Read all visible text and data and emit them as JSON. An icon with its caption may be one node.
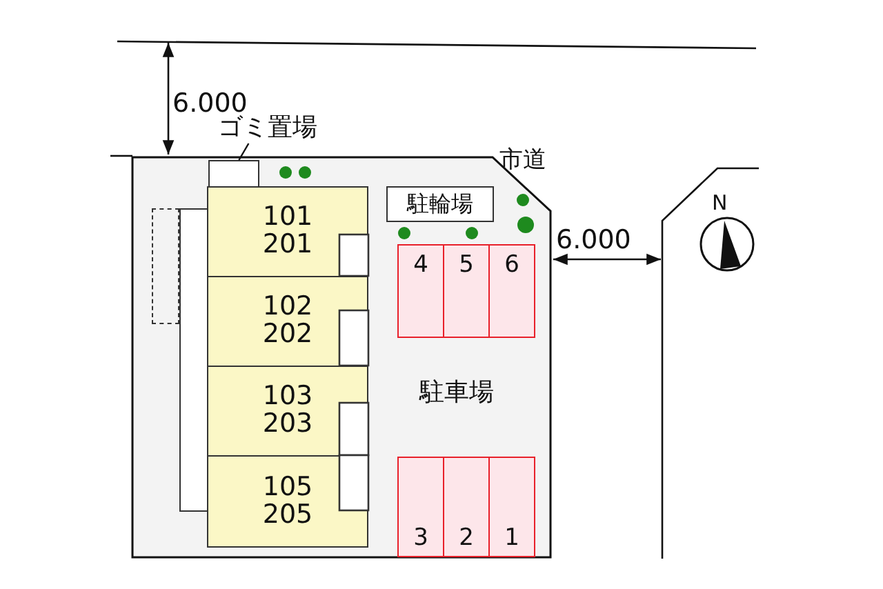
{
  "diagram": {
    "nodes": [
      {
        "text": [],
        "shape": "box"
      },
      {
        "text": [
          "ゴミ置場"
        ]
      },
      {
        "text": [],
        "shape": "box",
        "in": 0
      },
      {
        "text": [
          "101 201"
        ],
        "in": 0
      },
      {
        "text": [
          "102 202"
        ],
        "in": 0
      },
      {
        "text": [
          "103 203"
        ],
        "in": 0
      },
      {
        "text": [
          "105 205"
        ],
        "in": 0
      },
      {
        "text": [
          "駐輪場"
        ],
        "in": 0
      },
      {
        "text": [
          "4"
        ],
        "in": 0
      },
      {
        "text": [
          "5"
        ],
        "in": 0
      },
      {
        "text": [
          "6"
        ],
        "in": 0
      },
      {
        "text": [
          "3"
        ],
        "in": 0
      },
      {
        "text": [
          "2"
        ],
        "in": 0
      },
      {
        "text": [
          "1"
        ],
        "in": 0
      },
      {
        "text": [],
        "shape": "box",
        "in": 0
      },
      {
        "text": [],
        "shape": "box",
        "in": 0
      }
    ],
    "edges": [
      {
        "from": 1,
        "to": 2,
        "arrow": "none"
      }
    ],
    "labels": [
      "6.000",
      "市道",
      "N",
      "6.000",
      "駐車場"
    ]
  }
}
